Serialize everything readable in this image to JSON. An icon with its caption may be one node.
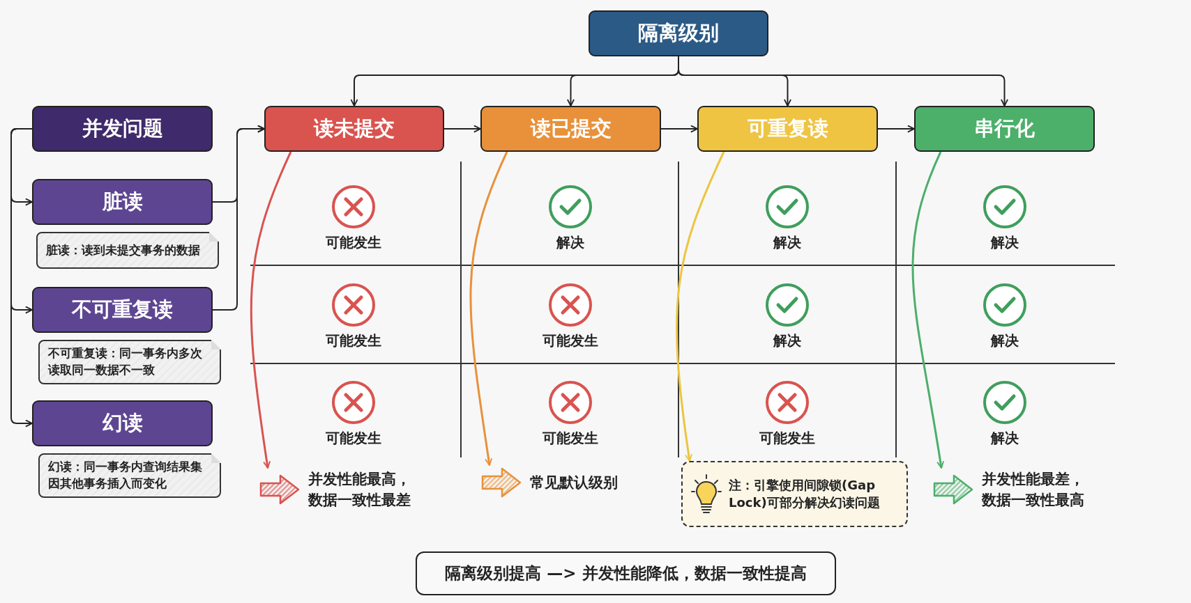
{
  "diagram": {
    "nodes": [
      {
        "text": [
          "隔离级别"
        ]
      },
      {
        "text": [
          "读未提交"
        ]
      },
      {
        "text": [
          "读已提交"
        ]
      },
      {
        "text": [
          "可重复读"
        ]
      },
      {
        "text": [
          "串行化"
        ]
      },
      {
        "text": [
          "并发问题"
        ]
      },
      {
        "text": [
          "脏读"
        ]
      },
      {
        "text": [
          "脏读：读到未提交事务的数据"
        ]
      },
      {
        "text": [
          "不可重复读"
        ]
      },
      {
        "text": [
          "不可重复读：同一事务内多次读取同一数据不一致"
        ]
      },
      {
        "text": [
          "幻读"
        ]
      },
      {
        "text": [
          "幻读：同一事务内查询结果集因其他事务插入而变化"
        ]
      },
      {
        "text": [
          "并发性能最高，数据一致性最差"
        ]
      },
      {
        "text": [
          "常见默认级别"
        ]
      },
      {
        "text": [
          "注：引擎使用间隙锁(Gap Lock)可部分解决幻读问题"
        ]
      },
      {
        "text": [
          "并发性能最差，数据一致性最高"
        ]
      },
      {
        "text": [
          "隔离级别提高 —> 并发性能降低，数据一致性提高"
        ]
      }
    ],
    "edges": [
      {
        "from": 0,
        "to": 1,
        "arrow": "to"
      },
      {
        "from": 0,
        "to": 2,
        "arrow": "to"
      },
      {
        "from": 0,
        "to": 3,
        "arrow": "to"
      },
      {
        "from": 0,
        "to": 4,
        "arrow": "to"
      },
      {
        "from": 1,
        "to": 2,
        "arrow": "to"
      },
      {
        "from": 2,
        "to": 3,
        "arrow": "to"
      },
      {
        "from": 3,
        "to": 4,
        "arrow": "to"
      },
      {
        "from": 5,
        "to": 6,
        "arrow": "to"
      },
      {
        "from": 5,
        "to": 8,
        "arrow": "to"
      },
      {
        "from": 5,
        "to": 10,
        "arrow": "to"
      },
      {
        "from": 6,
        "to": 1,
        "arrow": "to"
      },
      {
        "from": 8,
        "to": 1,
        "arrow": "to"
      },
      {
        "from": 1,
        "to": 12,
        "arrow": "to",
        "color": "#d9534f"
      },
      {
        "from": 2,
        "to": 13,
        "arrow": "to",
        "color": "#e8913a"
      },
      {
        "from": 3,
        "to": 14,
        "arrow": "to",
        "color": "#ecc540"
      },
      {
        "from": 4,
        "to": 15,
        "arrow": "to",
        "color": "#4caf6a"
      }
    ],
    "labels": [
      "可能发生",
      "解决",
      "解决",
      "解决",
      "可能发生",
      "可能发生",
      "解决",
      "解决",
      "可能发生",
      "可能发生",
      "可能发生",
      "解决"
    ]
  }
}
